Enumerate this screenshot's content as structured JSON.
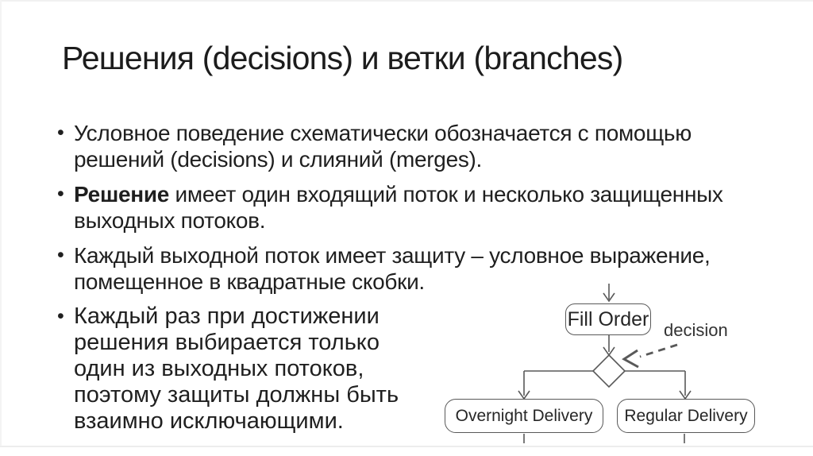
{
  "slide": {
    "title": "Решения (decisions) и ветки (branches)",
    "bullet_marker": "•",
    "text_color": "#1f1f1f",
    "background_color": "#ffffff",
    "bullets": [
      {
        "lines": [
          "Условное поведение схематически обозначается с помощью",
          "решений (decisions) и слияний (merges)."
        ]
      },
      {
        "lead_bold": "Решение",
        "lead_rest": " имеет один входящий поток и несколько защищенных",
        "lines": [
          "выходных потоков."
        ]
      },
      {
        "lines": [
          "Каждый выходной поток имеет защиту – условное выражение,",
          "помещенное в квадратные скобки."
        ]
      },
      {
        "lines": [
          "Каждый раз при достижении",
          "решения выбирается только",
          "один из выходных потоков,",
          "поэтому защиты должны быть",
          "взаимно исключающими."
        ]
      }
    ]
  },
  "diagram": {
    "type": "uml-activity-fragment",
    "nodes": [
      {
        "id": "fill-order",
        "label": "Fill Order"
      },
      {
        "id": "overnight-delivery",
        "label": "Overnight Delivery"
      },
      {
        "id": "regular-delivery",
        "label": "Regular Delivery"
      }
    ],
    "annotation": "decision",
    "edges": [
      "incoming → Fill Order",
      "Fill Order → decision-diamond",
      "decision-diamond → Overnight Delivery",
      "decision-diamond → Regular Delivery"
    ],
    "colors": {
      "stroke": "#595959",
      "label": "#333333"
    }
  }
}
